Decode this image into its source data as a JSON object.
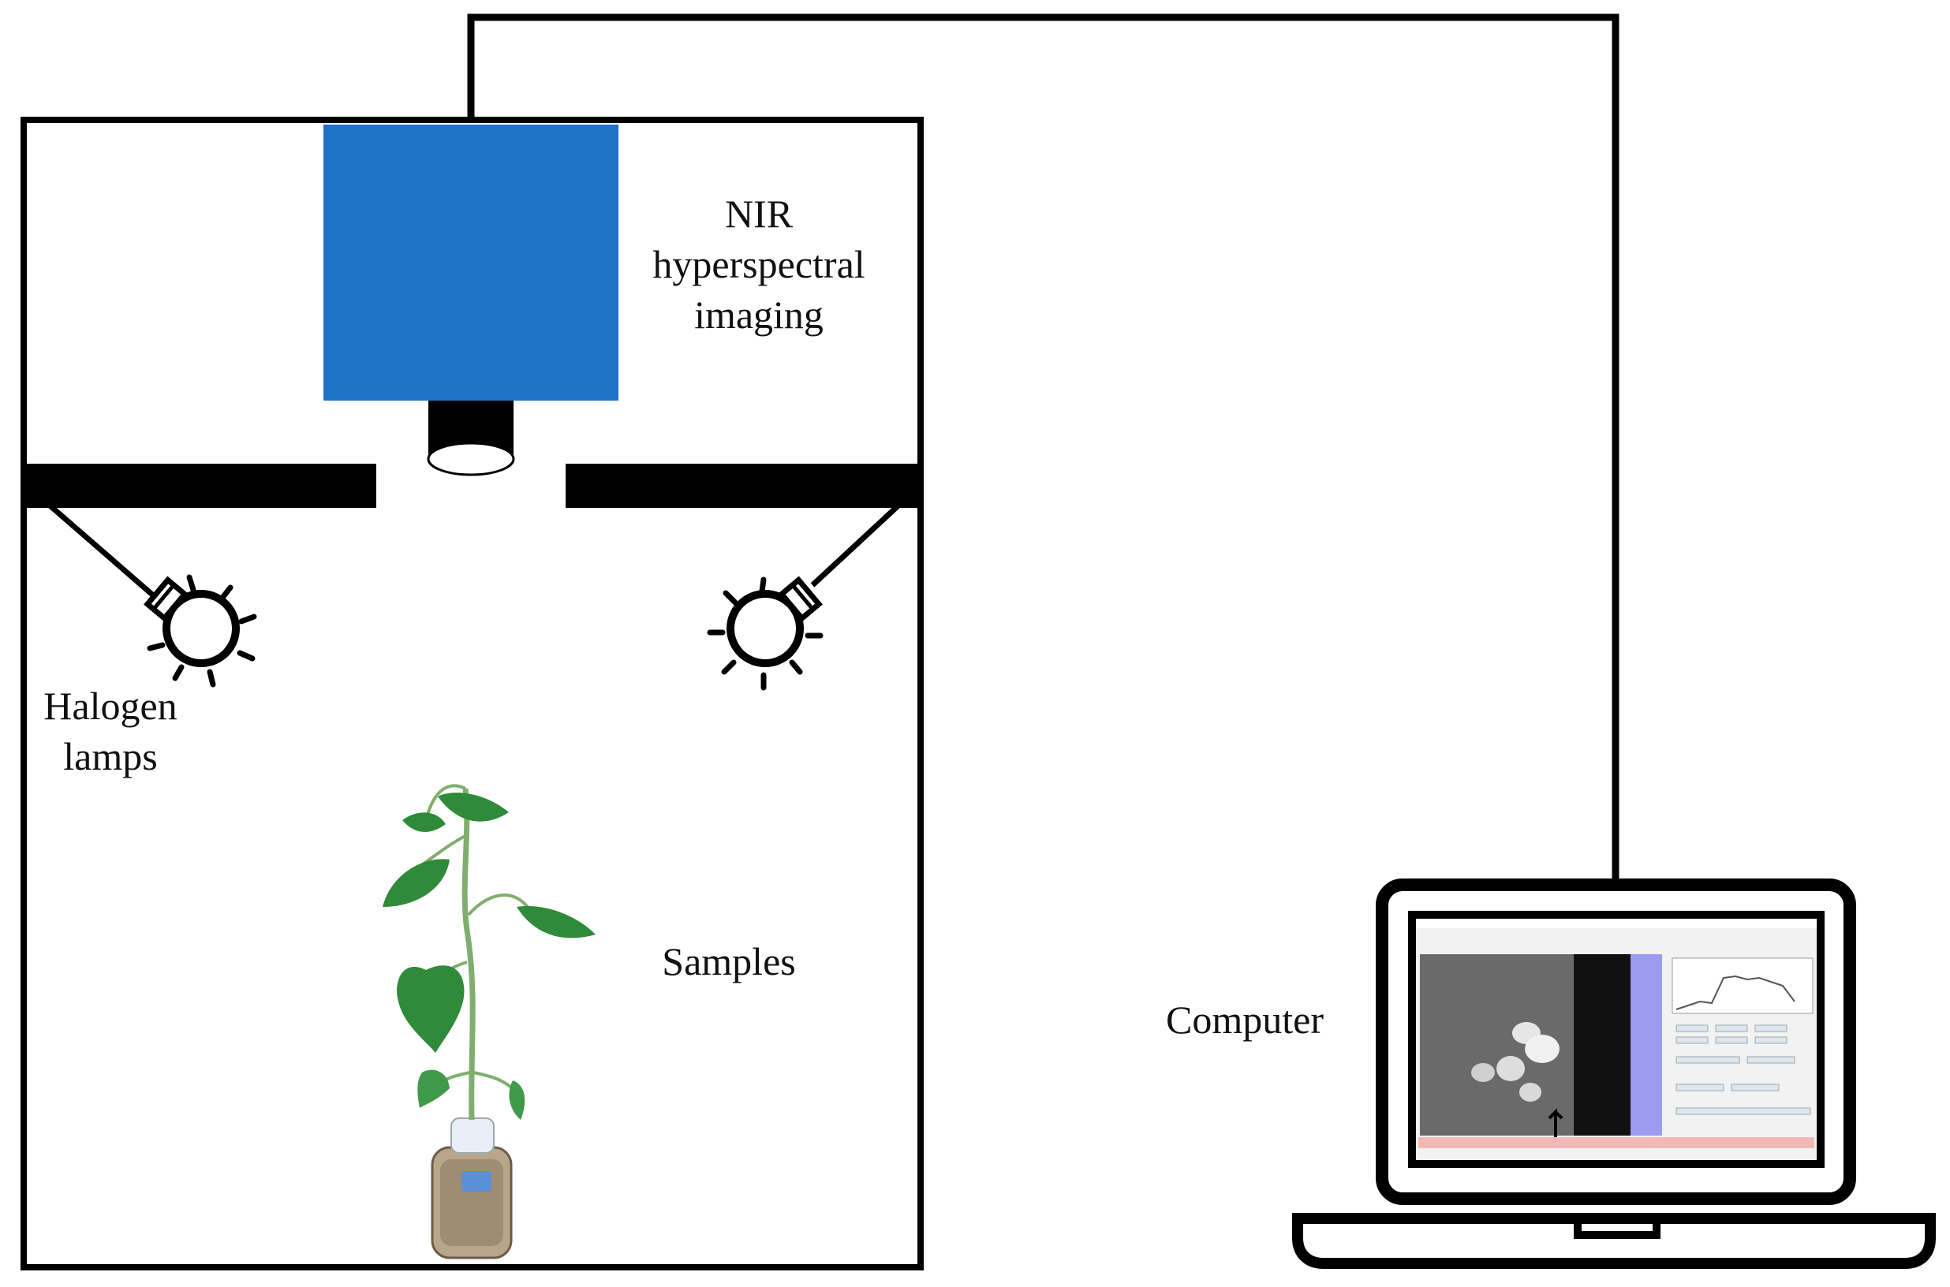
{
  "labels": {
    "camera_line1": "NIR",
    "camera_line2": "hyperspectral",
    "camera_line3": "imaging",
    "lamps_line1": "Halogen",
    "lamps_line2": "lamps",
    "samples": "Samples",
    "computer": "Computer"
  },
  "colors": {
    "camera": "#1f72c6",
    "frame": "#000000",
    "leaf": "#2f8a3a",
    "leaf_dark": "#1e6b2a",
    "screen_image": "#8a8a8a",
    "screen_accent": "#9b9bf2",
    "screen_status": "#f2b8b8"
  },
  "icons": {
    "camera": "camera-block-icon",
    "lens": "lens-icon",
    "lamp_left": "lightbulb-icon",
    "lamp_right": "lightbulb-icon",
    "plant": "plant-sample-icon",
    "laptop": "laptop-icon"
  }
}
